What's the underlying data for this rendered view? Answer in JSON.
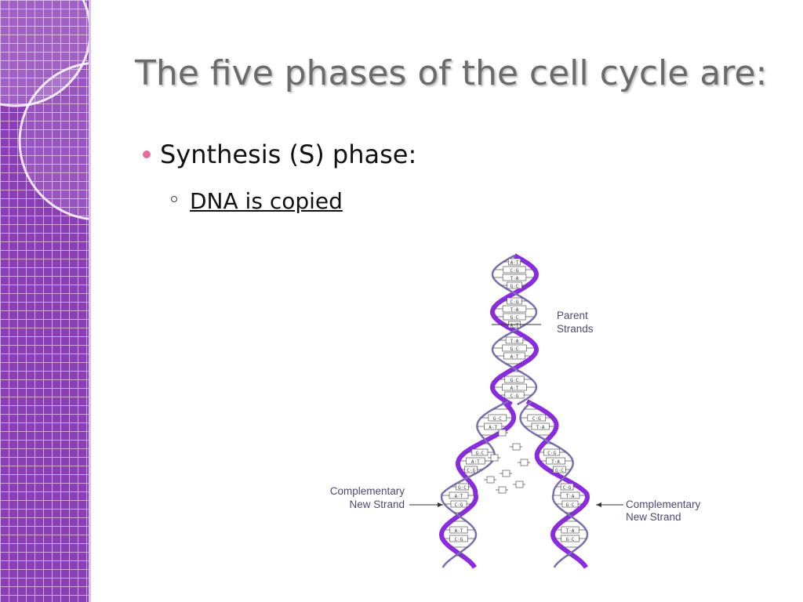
{
  "slide": {
    "title": "The five phases of the cell cycle are:",
    "bullets": [
      {
        "text": "Synthesis (S) phase:",
        "sub": [
          {
            "text": "DNA is copied",
            "link": true
          }
        ]
      }
    ]
  },
  "figure": {
    "labels": {
      "parent_line1": "Parent",
      "parent_line2": "Strands",
      "left_line1": "Complementary",
      "left_line2": "New Strand",
      "right_line1": "Complementary",
      "right_line2": "New Strand"
    },
    "base_pairs": [
      "A·T",
      "C·G",
      "T·A",
      "G·C"
    ]
  },
  "colors": {
    "sidebar": "#8b3fb5",
    "bullet_dot": "#e56b9c",
    "title_text": "#6b6b6b",
    "strand": "#8a2be2"
  },
  "icons": {
    "bullet_level1": "filled-circle",
    "bullet_level2": "hollow-circle"
  }
}
